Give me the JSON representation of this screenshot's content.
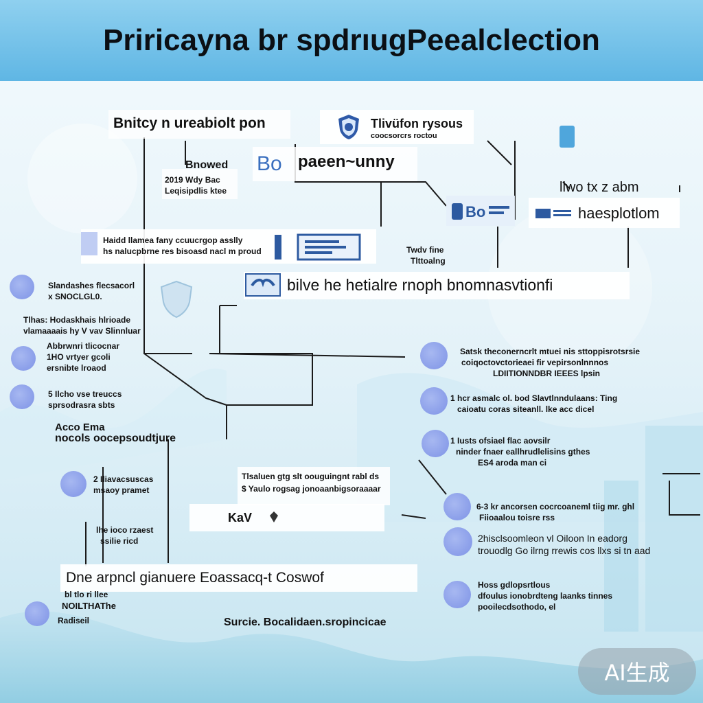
{
  "title": "Priricayna br spdrıugPeealclection",
  "header": {
    "item1": "Bnitcy  n ureabiolt pon",
    "item2_title": "Tlivüfon rysous",
    "item2_sub": "coocsorcrs roctou"
  },
  "row2": {
    "left_a": "Bnowed",
    "left_b": "2019 Wdy  Bac",
    "left_c": "Leqisipdlis ktee",
    "center": "paeen~unny",
    "right_small": "llwo tx z abm",
    "right_box": "haesplotlom"
  },
  "row3": {
    "wide_box_line1": "Haidd llamea fany ccuucrgop asslly",
    "wide_box_line2": "hs nalucpbrne res bisoasd nacl m proud",
    "mid_a": "Twdv fine",
    "mid_b": "Tlttoalng"
  },
  "banner_mid": "bilve he hetialre rnoph bnomnasvtionfi",
  "left_column": [
    {
      "l1": "Slandashes flecsacorl",
      "l2": "x SNOCLGL0."
    },
    {
      "l1": "Tlhas: Hodaskhais hlrioade",
      "l2": "vlamaaaais hy  V vav Slinnluar"
    },
    {
      "l1": "Abbrwnri tlicocnar",
      "l2": "1HO vrtyer gcoli",
      "l3": "ersnibte lroaod"
    },
    {
      "l1": "5 Ilcho vse treuccs",
      "l2": "sprsodrasra sbts"
    }
  ],
  "left_lower": {
    "heading": "Acco Ema",
    "sub": "nocols oocepsoudtjure",
    "bullet_a1": "2 Iliavacsuscas",
    "bullet_a2": "msaoy pramet",
    "bullet_b1": "lhe ioco rzaest",
    "bullet_b2": "ssilie ricd",
    "large_line": "Dne arpncl gianuere Eoassacq‑t Coswof",
    "small_a": "bl tlo ri llee",
    "small_b": "NOILTHAThe",
    "small_c": "Radiseil"
  },
  "center_lower": {
    "line1": "Tlsaluen gtg slt oouguingnt rabl ds",
    "line2": "$ Yaulo rogsag jonoaanbigsoraaaar",
    "key": "KaV",
    "footer": "Surcie. Bocalidaen.sropincicae"
  },
  "right_column": [
    {
      "l1": "Satsk theconerncrlt mtuei nis sttoppisrotsrsie",
      "l2": "coiqoctovctorieaei fir vepirsonlnnnos",
      "l3": "LDIITIONNDBR IEEES lpsin"
    },
    {
      "l1": "1 hcr asmalc ol.  bod Slavtlnndulaans: Ting",
      "l2": "caioatu coras siteanll. lke acc dicel"
    },
    {
      "l1": "1 Iusts ofsiael flac aovsilr",
      "l2": "ninder   fnaer eallhrudlelisins gthes",
      "l3": "ES4 aroda man ci"
    },
    {
      "l1": "6-3 kr ancorsen cocrcoaneml  tiig mr. ghl",
      "l2": "Fiioaalou toisre rss"
    },
    {
      "l1": "2hisclsoomleon vl Oiloon  In eadorg",
      "l2": "trouodlg Go ilrng rrewis cos llxs  si tn aad"
    },
    {
      "l1": "Hoss gdlopsrtlous",
      "l2": "dfoulus ionobrdteng laanks tinnes",
      "l3": "pooilecdsothodo, el"
    }
  ],
  "badge": "AI生成",
  "colors": {
    "banner": "#5fb6e4",
    "bubble": "#8095e8",
    "shield": "#2f5aa8",
    "line": "#1a1a1a"
  },
  "icons": [
    "shield-icon",
    "data-module-icon",
    "lock-panel-icon",
    "handshake-icon",
    "user-bubble-icon"
  ]
}
